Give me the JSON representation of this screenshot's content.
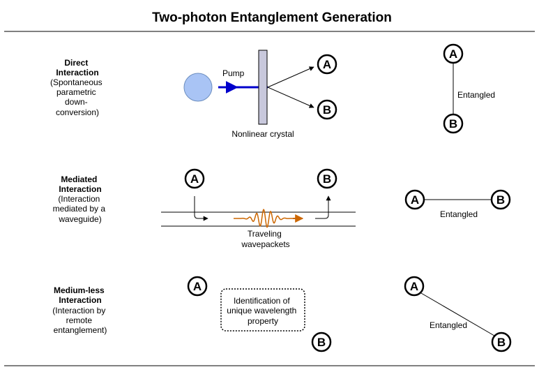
{
  "title": "Two-photon Entanglement Generation",
  "node_labels": {
    "a": "A",
    "b": "B"
  },
  "rows": [
    {
      "heading": [
        "Direct",
        "Interaction"
      ],
      "desc": [
        "(Spontaneous",
        "parametric",
        "down-",
        "conversion)"
      ],
      "pump_label": "Pump",
      "crystal_label": "Nonlinear crystal",
      "edge_label": "Entangled"
    },
    {
      "heading": [
        "Mediated",
        "Interaction"
      ],
      "desc": [
        "(Interaction",
        "mediated by a",
        "waveguide)"
      ],
      "wave_label": [
        "Traveling",
        "wavepackets"
      ],
      "edge_label": "Entangled"
    },
    {
      "heading": [
        "Medium-less",
        "Interaction"
      ],
      "desc": [
        "(Interaction by",
        "remote",
        "entanglement)"
      ],
      "box_label": [
        "Identification of",
        "unique wavelength",
        "property"
      ],
      "edge_label": "Entangled"
    }
  ],
  "colors": {
    "pump_beam": "#0000cc",
    "source_fill": "#a9c4f5",
    "crystal_fill": "#c8c8dc",
    "wavepacket": "#cc6600"
  }
}
